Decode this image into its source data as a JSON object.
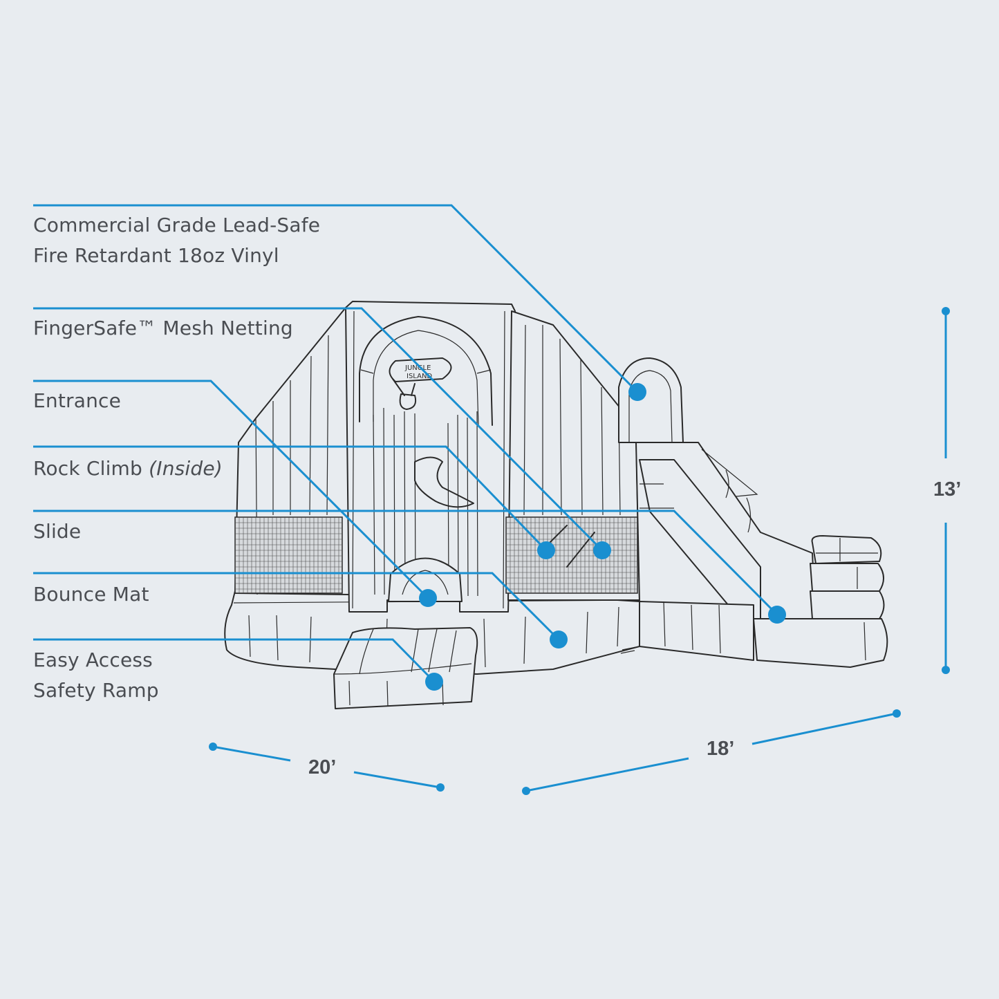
{
  "accent_color": "#1a8fd0",
  "labels": {
    "vinyl": {
      "line1": "Commercial Grade Lead-Safe",
      "line2": "Fire Retardant 18oz Vinyl"
    },
    "netting": {
      "line1": "FingerSafe™ Mesh Netting"
    },
    "entrance": {
      "line1": "Entrance"
    },
    "rock_climb": {
      "text": "Rock Climb",
      "note": "(Inside)"
    },
    "slide": {
      "line1": "Slide"
    },
    "bounce_mat": {
      "line1": "Bounce Mat"
    },
    "ramp": {
      "line1": "Easy Access",
      "line2": "Safety Ramp"
    }
  },
  "dimensions": {
    "width": "20’",
    "depth": "18’",
    "height": "13’"
  },
  "sign": {
    "line1": "JUNGLE",
    "line2": "ISLAND"
  }
}
